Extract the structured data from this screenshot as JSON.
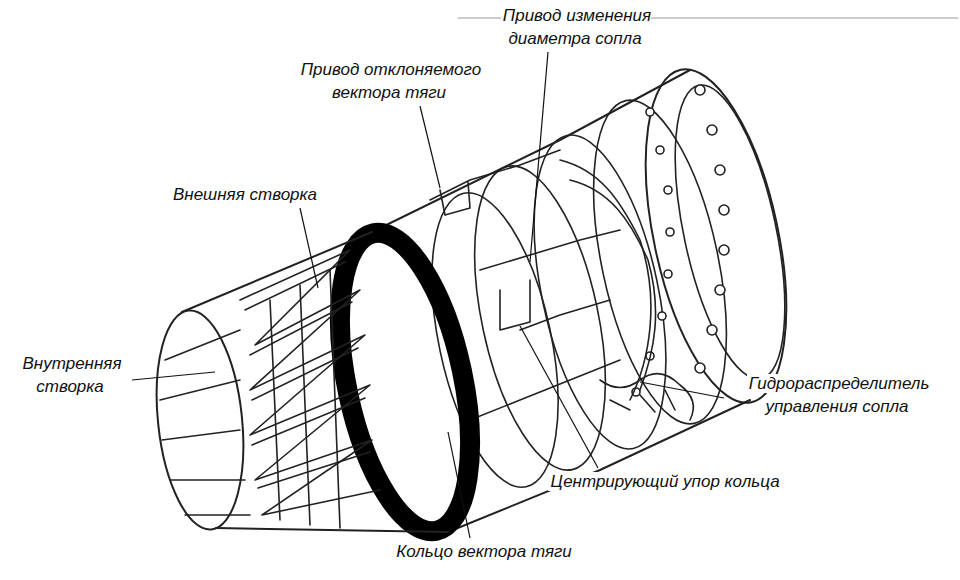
{
  "diagram": {
    "labels": [
      "Привод изменения диаметра сопла",
      "Привод отклоняемого вектора тяги",
      "Внешняя створка",
      "Внутренняя створка",
      "Гидрораспределитель управления сопла",
      "Центрирующий упор кольца",
      "Кольцо вектора тяги"
    ]
  }
}
